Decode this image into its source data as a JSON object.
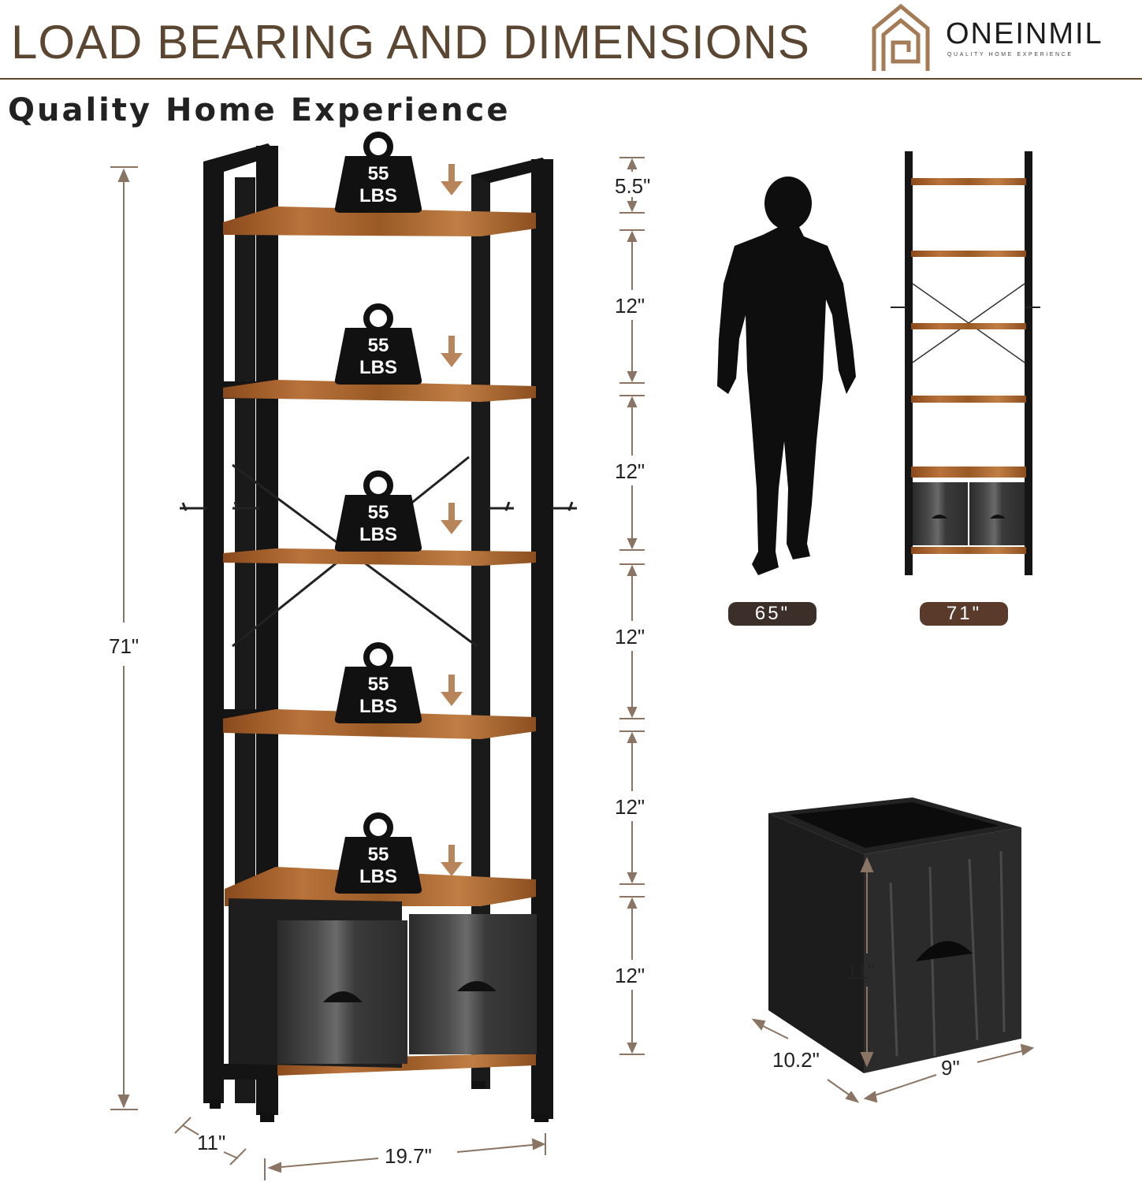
{
  "header": {
    "title": "LOAD BEARING AND DIMENSIONS",
    "subtitle": "Quality Home Experience"
  },
  "brand": {
    "name": "ONEINMIL",
    "tagline": "QUALITY HOME EXPERIENCE",
    "logo_icon": "house-outline-icon"
  },
  "colors": {
    "title": "#5b4632",
    "brand_bronze": "#a47b55",
    "rule": "#5b4632",
    "wood": "#a8642a",
    "wood_dark": "#7a4418",
    "frame": "#141414",
    "fabric": "#3a3a3a",
    "dimension_line": "#8a7463",
    "pill_dark": "#3c2f2a",
    "pill_brown": "#5a3a2a",
    "weight": "#111111",
    "arrow": "#b8855a"
  },
  "shelf": {
    "total_height": "71\"",
    "depth": "11\"",
    "width": "19.7\"",
    "top_gap": "5.5\"",
    "shelf_spacings": [
      "12\"",
      "12\"",
      "12\"",
      "12\"",
      "12\""
    ],
    "weights": [
      {
        "value": "55",
        "unit": "LBS"
      },
      {
        "value": "55",
        "unit": "LBS"
      },
      {
        "value": "55",
        "unit": "LBS"
      },
      {
        "value": "55",
        "unit": "LBS"
      },
      {
        "value": "55",
        "unit": "LBS"
      }
    ]
  },
  "comparison": {
    "person_height": "65\"",
    "shelf_height": "71\""
  },
  "bin": {
    "height": "11\"",
    "depth": "10.2\"",
    "width": "9\""
  }
}
